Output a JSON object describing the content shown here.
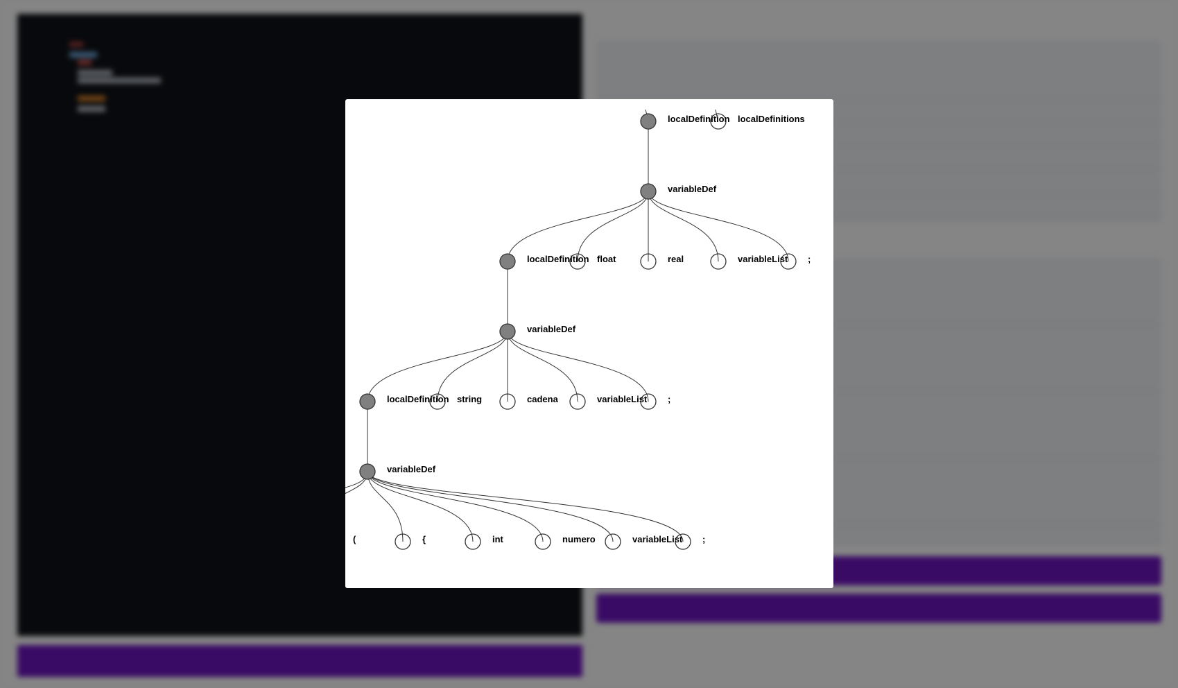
{
  "tree": {
    "labels": {
      "n_ld_top": "localDefinition",
      "n_lds_top": "localDefinitions",
      "n_vd1": "variableDef",
      "n_ld2": "localDefinition",
      "n_float": "float",
      "n_real": "real",
      "n_vl1": "variableList",
      "n_semi1": ";",
      "n_vd2": "variableDef",
      "n_ld3": "localDefinition",
      "n_string": "string",
      "n_cadena": "cadena",
      "n_vl2": "variableList",
      "n_semi2": ";",
      "n_vd3": "variableDef",
      "n_partial": "(",
      "n_brace": "{",
      "n_int": "int",
      "n_numero": "numero",
      "n_vl3": "variableList",
      "n_semi3": ";"
    }
  }
}
